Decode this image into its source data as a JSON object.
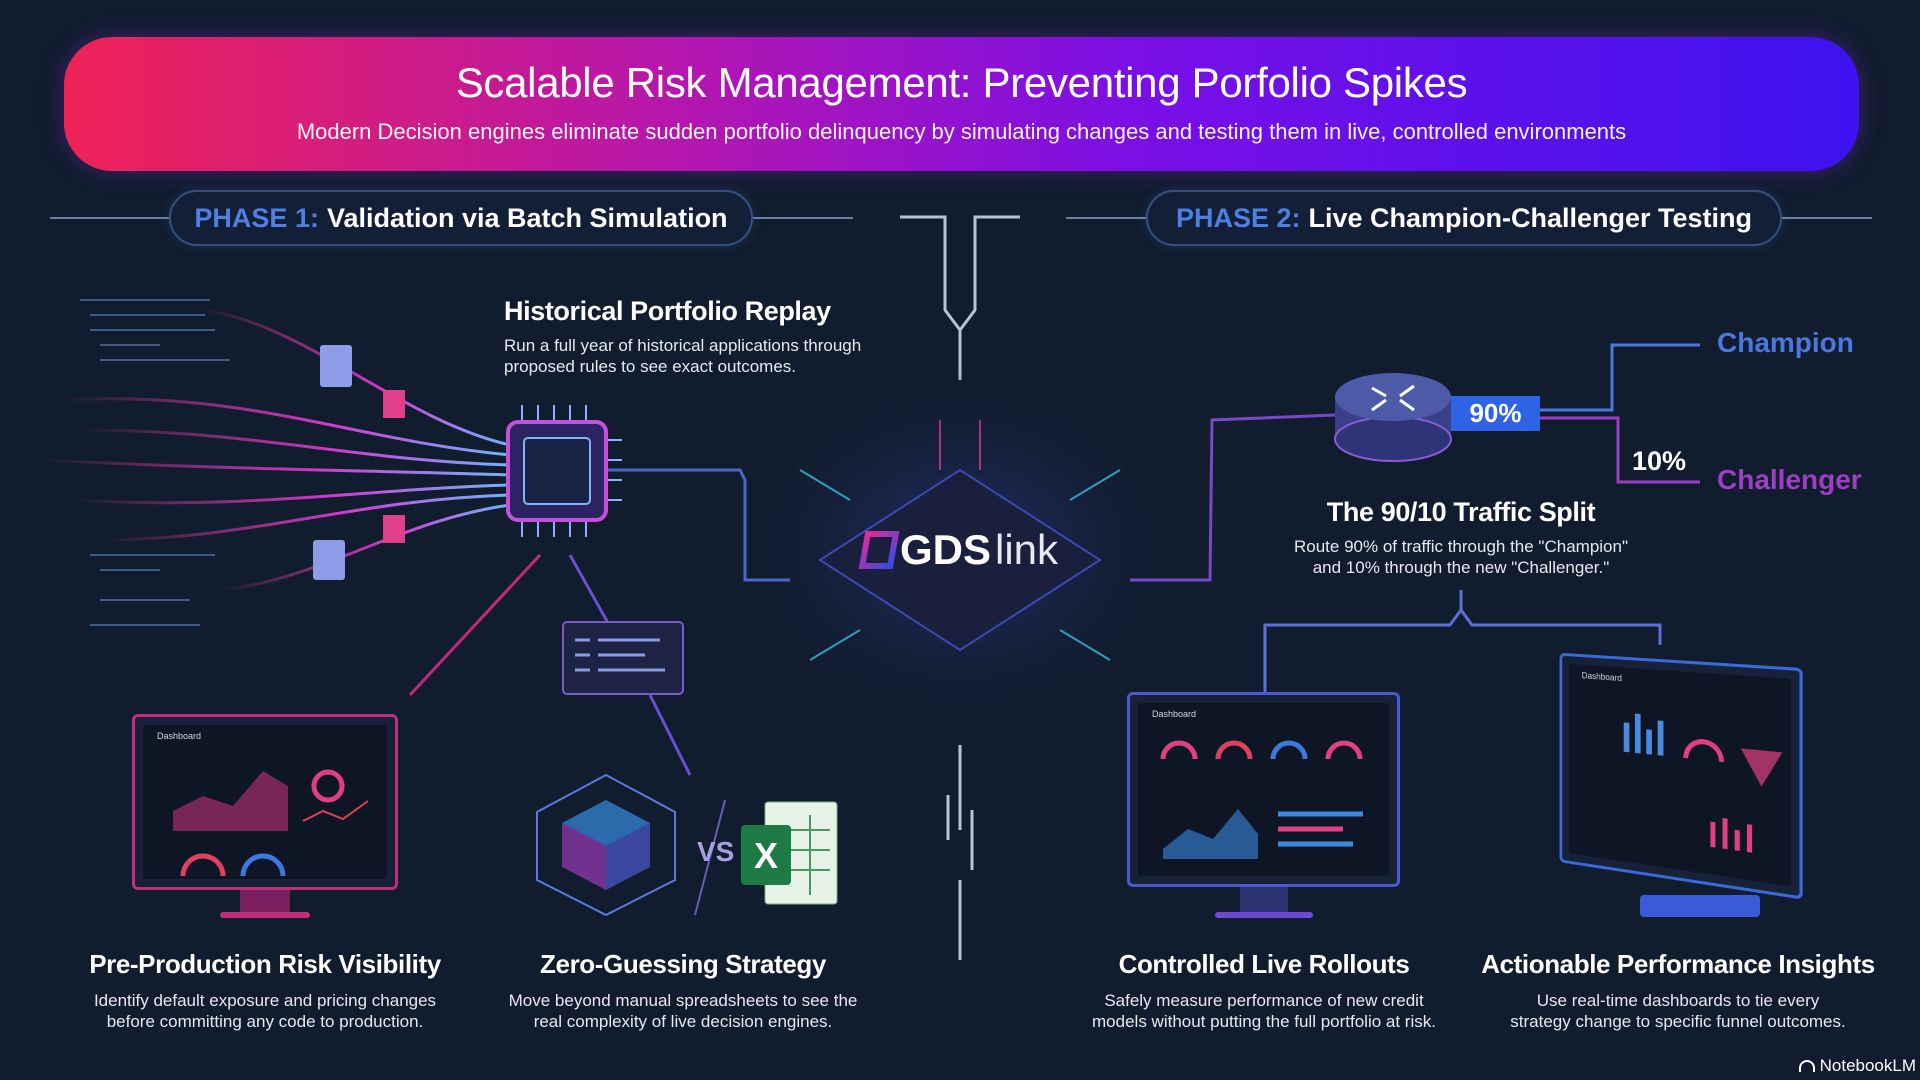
{
  "header": {
    "title": "Scalable Risk Management: Preventing Porfolio Spikes",
    "subtitle": "Modern Decision engines eliminate sudden portfolio delinquency by simulating changes and testing them in live, controlled environments"
  },
  "phase1": {
    "prefix": "PHASE 1:",
    "title": "Validation via Batch Simulation"
  },
  "phase2": {
    "prefix": "PHASE 2:",
    "title": "Live Champion-Challenger Testing"
  },
  "replay": {
    "title": "Historical Portfolio Replay",
    "desc_line1": "Run a full year of historical applications through",
    "desc_line2": "proposed rules to see exact outcomes."
  },
  "logo": {
    "brand": "GDS",
    "suffix": "link"
  },
  "split": {
    "main_pct": "90%",
    "minor_pct": "10%",
    "champion": "Champion",
    "challenger": "Challenger",
    "title": "The 90/10 Traffic Split",
    "desc_line1": "Route 90% of traffic through the \"Champion\"",
    "desc_line2": "and 10% through the new \"Challenger.\""
  },
  "vs_label": "VS",
  "excel_letter": "X",
  "dashboard_label": "Dashboard",
  "features": [
    {
      "title": "Pre-Production Risk Visibility",
      "desc_line1": "Identify default exposure and pricing changes",
      "desc_line2": "before committing any code to production."
    },
    {
      "title": "Zero-Guessing Strategy",
      "desc_line1": "Move beyond manual spreadsheets to see the",
      "desc_line2": "real complexity of live decision engines."
    },
    {
      "title": "Controlled Live Rollouts",
      "desc_line1": "Safely measure performance of new credit",
      "desc_line2": "models without putting the full portfolio at risk."
    },
    {
      "title": "Actionable Performance Insights",
      "desc_line1": "Use real-time dashboards to tie every",
      "desc_line2": "strategy change to specific funnel outcomes."
    }
  ],
  "watermark": "NotebookLM",
  "colors": {
    "background": "#111c2e",
    "banner_start": "#ef2256",
    "banner_end": "#3d12f0",
    "phase_accent": "#4f7fe0",
    "champion": "#4a78e0",
    "challenger": "#9b3fc4",
    "pct_box": "#2f63e6"
  }
}
